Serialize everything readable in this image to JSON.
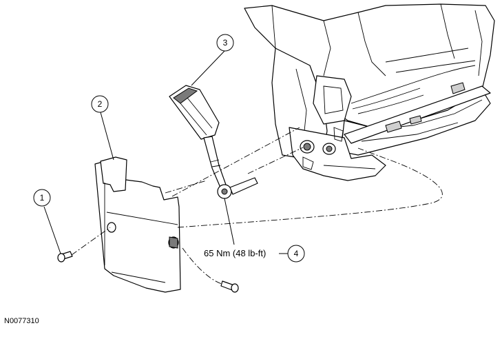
{
  "callouts": [
    {
      "number": "1"
    },
    {
      "number": "2"
    },
    {
      "number": "3"
    },
    {
      "number": "4"
    }
  ],
  "torque_spec": "65 Nm (48 lb-ft)",
  "reference_code": "N0077310"
}
